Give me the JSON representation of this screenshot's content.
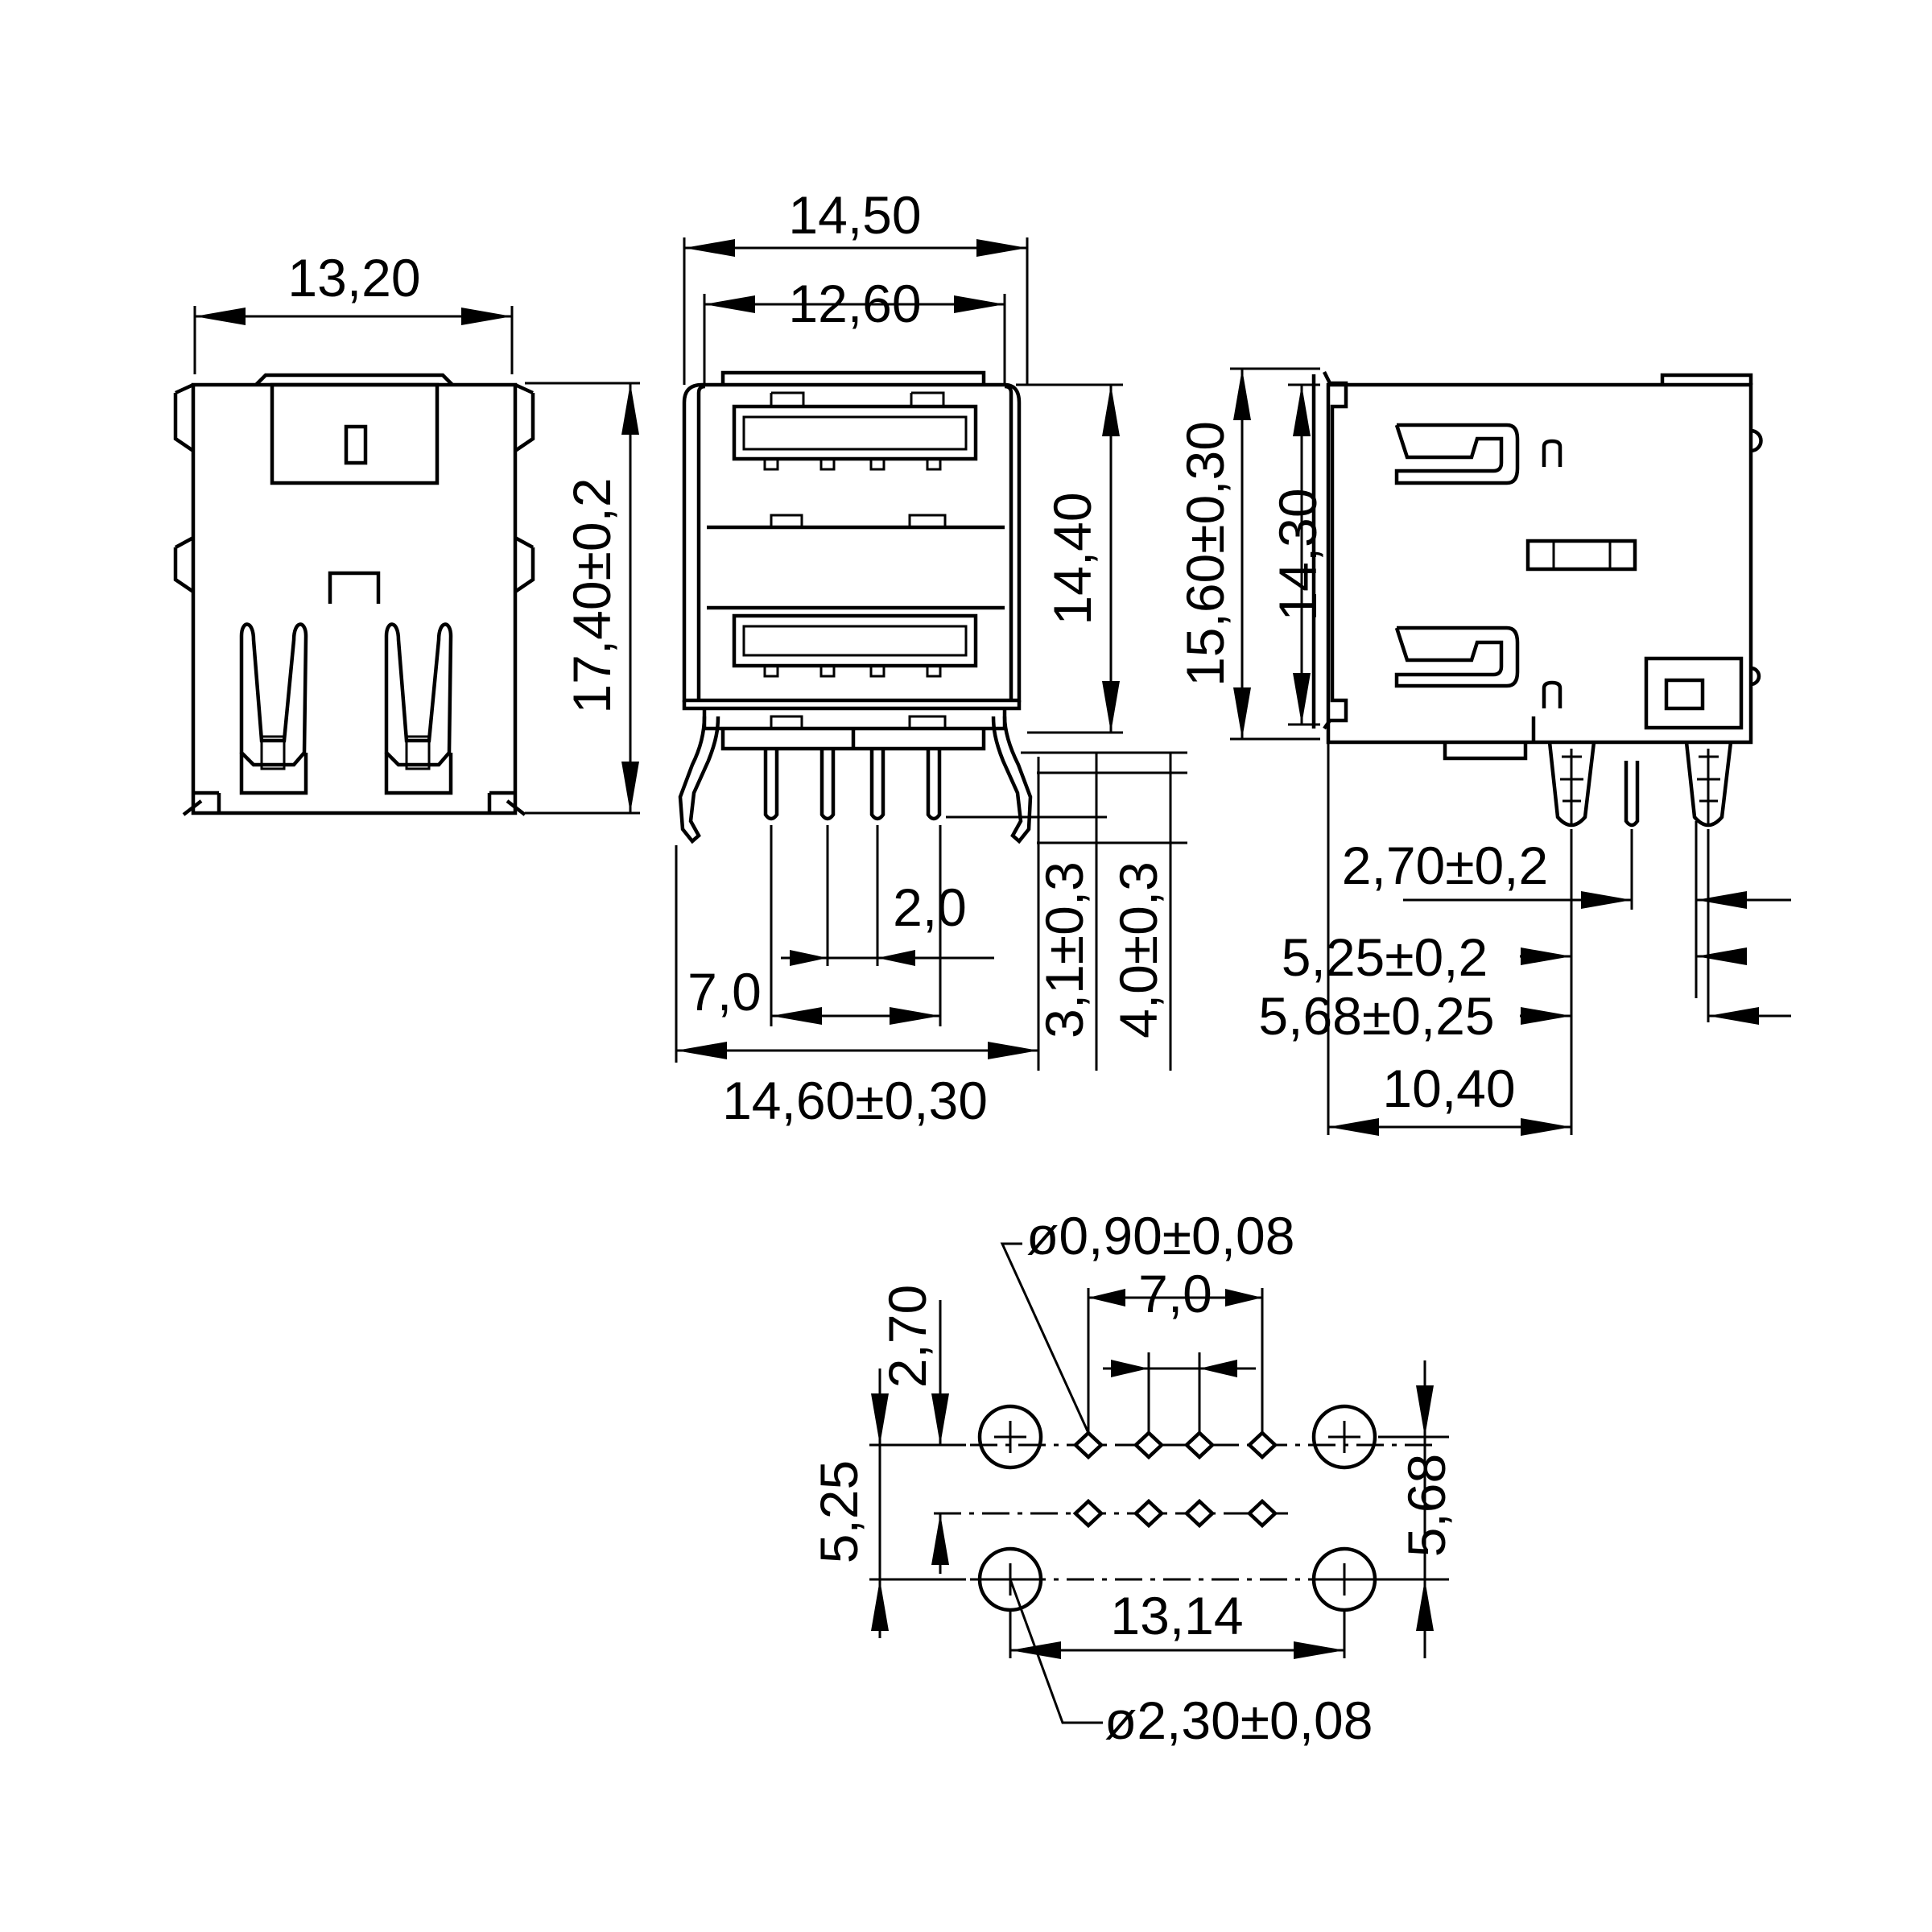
{
  "front_view": {
    "width": "13,20",
    "height": "17,40±0,2"
  },
  "connector_view": {
    "outer_width": "14,50",
    "inner_width": "12,60",
    "body_height": "14,40",
    "pin_pitch": "2,0",
    "pin_span": "7,0",
    "total_width": "14,60±0,30",
    "pin_length_1": "3,1±0,3",
    "pin_length_2": "4,0±0,3"
  },
  "side_view": {
    "total_height": "15,60±0,30",
    "body_height": "14,30",
    "offset_1": "2,70±0,2",
    "offset_2": "5,25±0,2",
    "offset_3": "5,68±0,25",
    "depth": "10,40"
  },
  "footprint": {
    "small_hole_diameter": "ø0,90±0,08",
    "pin_span": "7,0",
    "row_offset": "2,70",
    "row_spacing_left": "5,25",
    "row_spacing_right": "5,68",
    "mount_spacing": "13,14",
    "mount_hole_diameter": "ø2,30±0,08"
  }
}
